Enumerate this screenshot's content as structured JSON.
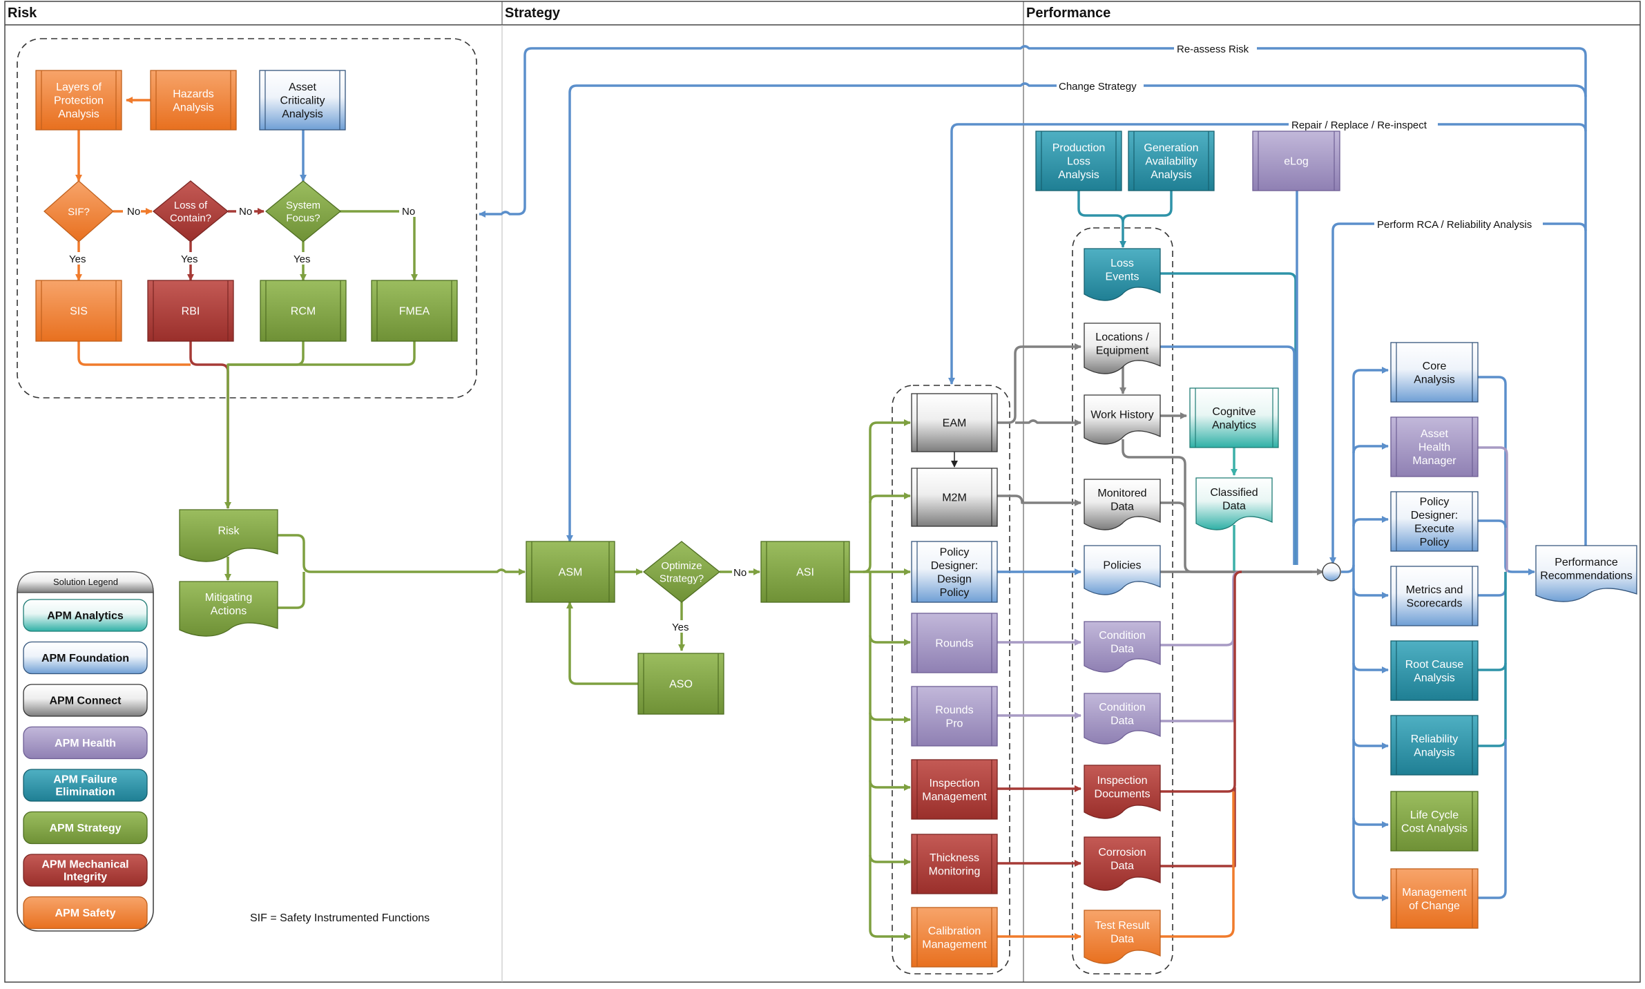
{
  "lanes": [
    "Risk",
    "Strategy",
    "Performance"
  ],
  "footnote": "SIF = Safety Instrumented Functions",
  "colors": {
    "orange": "#f07b2c",
    "red": "#a63a36",
    "green": "#7ea040",
    "blue": "#5b8fcb",
    "purple": "#a79ac4",
    "teal": "#2e93a8",
    "aqua": "#3bb0a8",
    "gray": "#808080"
  },
  "legend": {
    "title": "Solution Legend",
    "items": [
      {
        "label": "APM Analytics",
        "kind": "analytics"
      },
      {
        "label": "APM Foundation",
        "kind": "foundation"
      },
      {
        "label": "APM Connect",
        "kind": "connect"
      },
      {
        "label": "APM Health",
        "kind": "health"
      },
      {
        "label": "APM Failure Elimination",
        "kind": "failure"
      },
      {
        "label": "APM Strategy",
        "kind": "strategy"
      },
      {
        "label": "APM Mechanical Integrity",
        "kind": "mechanical"
      },
      {
        "label": "APM Safety",
        "kind": "safety"
      }
    ]
  },
  "nodes": {
    "lopa": "Layers of Protection Analysis",
    "hazards": "Hazards Analysis",
    "asset_crit": "Asset Criticality Analysis",
    "sif": "SIF?",
    "loss_contain": "Loss of Contain?",
    "system_focus": "System Focus?",
    "sis": "SIS",
    "rbi": "RBI",
    "rcm": "RCM",
    "fmea": "FMEA",
    "risk": "Risk",
    "mitigating": "Mitigating Actions",
    "asm": "ASM",
    "optimize": "Optimize Strategy?",
    "asi": "ASI",
    "aso": "ASO",
    "eam": "EAM",
    "m2m": "M2M",
    "policy_design": "Policy Designer: Design Policy",
    "rounds": "Rounds",
    "rounds_pro": "Rounds Pro",
    "inspection_mgmt": "Inspection Management",
    "thickness": "Thickness Monitoring",
    "calibration": "Calibration Management",
    "production_loss": "Production Loss Analysis",
    "generation": "Generation Availability Analysis",
    "elog": "eLog",
    "loss_events": "Loss Events",
    "locations": "Locations / Equipment",
    "work_history": "Work History",
    "monitored": "Monitored Data",
    "policies": "Policies",
    "condition1": "Condition Data",
    "condition2": "Condition Data",
    "inspection_docs": "Inspection Documents",
    "corrosion": "Corrosion Data",
    "test_result": "Test Result Data",
    "cognitive": "Cognitve Analytics",
    "classified": "Classified Data",
    "core": "Core Analysis",
    "asset_health": "Asset Health Manager",
    "policy_exec": "Policy Designer: Execute Policy",
    "metrics": "Metrics and Scorecards",
    "rca": "Root Cause Analysis",
    "reliability": "Reliability Analysis",
    "lcc": "Life Cycle Cost Analysis",
    "moc": "Management of Change",
    "perf_rec": "Performance Recommendations"
  },
  "edge_labels": {
    "no1": "No",
    "no2": "No",
    "no3": "No",
    "yes1": "Yes",
    "yes2": "Yes",
    "yes3": "Yes",
    "opt_no": "No",
    "opt_yes": "Yes",
    "reassess": "Re-assess Risk",
    "change": "Change Strategy",
    "repair": "Repair / Replace / Re-inspect",
    "rca": "Perform RCA / Reliability Analysis"
  }
}
